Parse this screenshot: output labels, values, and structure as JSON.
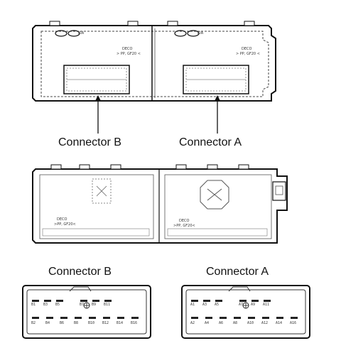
{
  "labels": {
    "top_connector_b": "Connector B",
    "top_connector_a": "Connector A",
    "face_connector_b": "Connector B",
    "face_connector_a": "Connector A"
  },
  "module_top": {
    "left_marking_line1": "DECO",
    "left_marking_line2": "> PP, GF20 <",
    "right_marking_line1": "DECO",
    "right_marking_line2": "> PP, GF20 <",
    "logo_text": "KIA"
  },
  "module_bottom": {
    "left_marking_line1": "DECO",
    "left_marking_line2": ">PP, GF20<",
    "right_marking_line1": "DECO",
    "right_marking_line2": ">PP, GF20<"
  },
  "connector_b_pins": {
    "top_row": [
      "B1",
      "B3",
      "B5",
      "B7",
      "B9",
      "B11"
    ],
    "bottom_row": [
      "B2",
      "B4",
      "B6",
      "B8",
      "B10",
      "B12",
      "B14",
      "B16"
    ]
  },
  "connector_a_pins": {
    "top_row": [
      "A1",
      "A3",
      "A5",
      "A7",
      "A9",
      "A11"
    ],
    "bottom_row": [
      "A2",
      "A4",
      "A6",
      "A8",
      "A10",
      "A12",
      "A14",
      "A16"
    ]
  },
  "colors": {
    "line": "#111111",
    "shade": "#cccccc"
  }
}
